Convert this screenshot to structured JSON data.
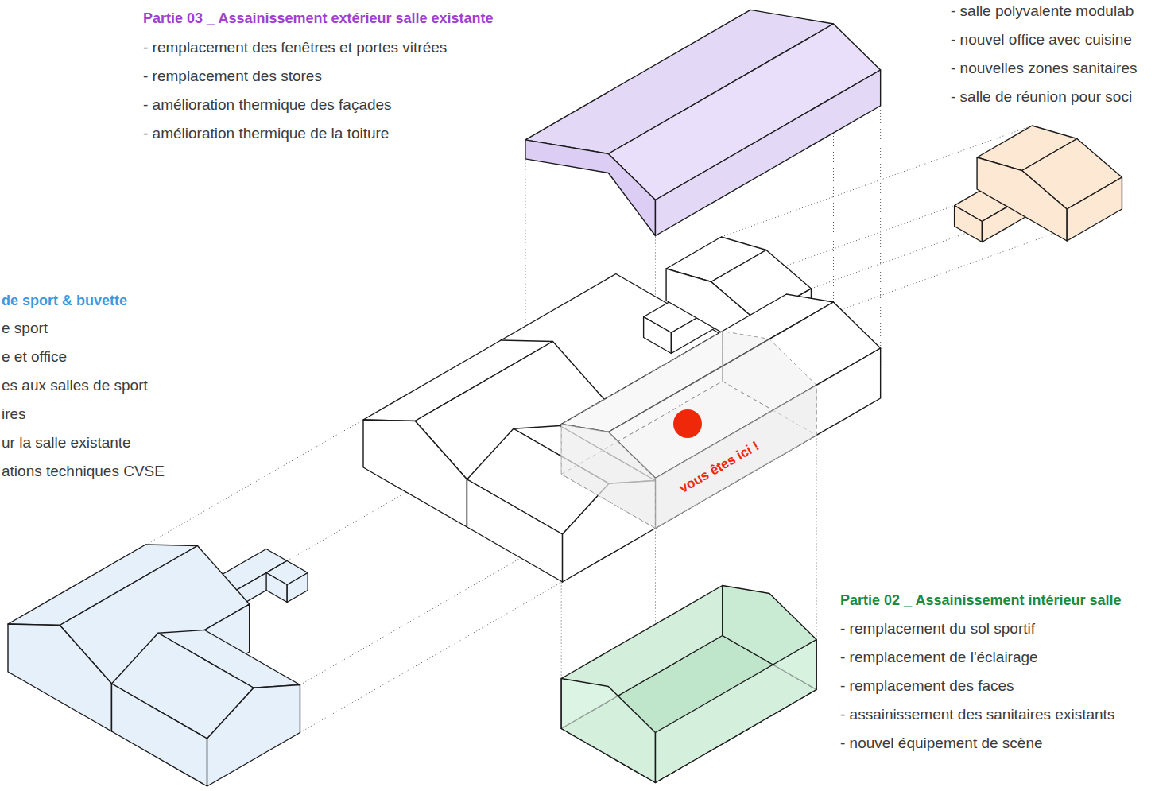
{
  "diagram": {
    "labels": [
      "Partie 03 _ Assainissement extérieur salle existante",
      "- remplacement des fenêtres et portes vitrées",
      "- remplacement des stores",
      "- amélioration thermique des façades",
      "- amélioration thermique de la toiture",
      "- salle polyvalente modulab",
      "- nouvel office avec cuisine",
      "- nouvelles zones sanitaires",
      "- salle de réunion pour soci",
      "de sport & buvette",
      "e sport",
      "e et office",
      "es aux salles de sport",
      "ires",
      "ur la salle existante",
      "ations techniques CVSE",
      "vous êtes ici !",
      "Partie 02 _ Assainissement intérieur salle",
      "- remplacement du sol sportif",
      "- remplacement de l'éclairage",
      "- remplacement des faces",
      "- assainissement des sanitaires existants",
      "- nouvel équipement de scène"
    ]
  }
}
